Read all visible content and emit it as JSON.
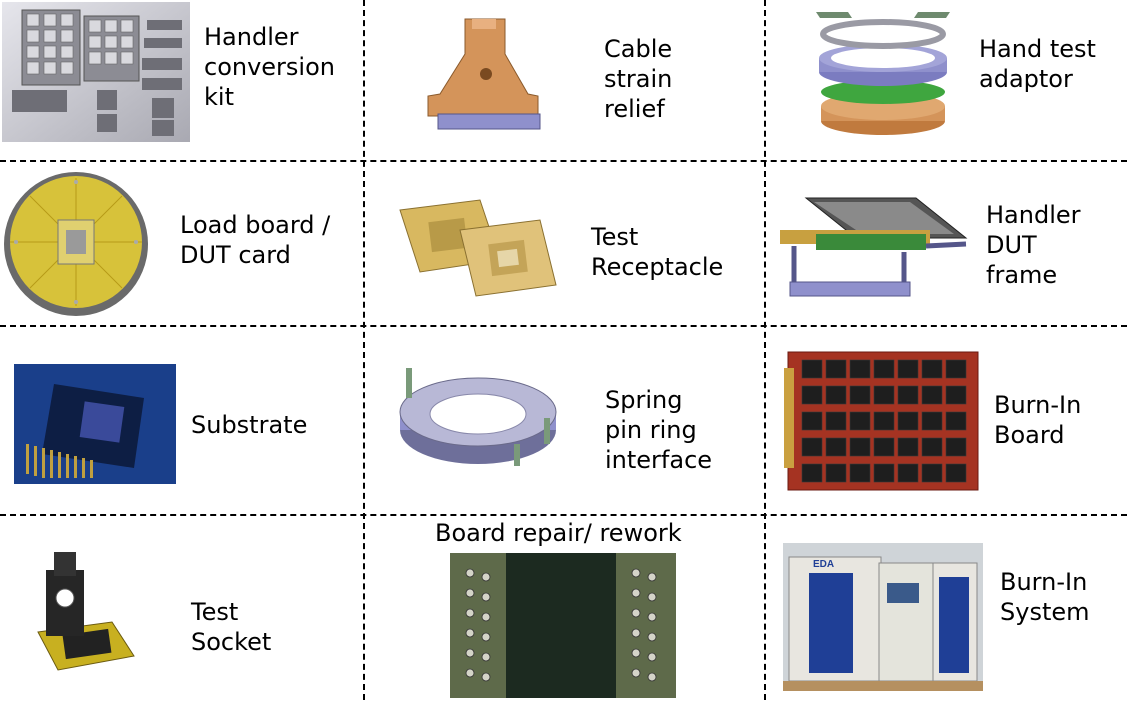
{
  "cells": [
    {
      "label": "Handler\nconversion\nkit"
    },
    {
      "label": "Cable\nstrain\nrelief"
    },
    {
      "label": "Hand test\nadaptor"
    },
    {
      "label": "Load board /\nDUT card"
    },
    {
      "label": "Test\nReceptacle"
    },
    {
      "label": "Handler\nDUT\nframe"
    },
    {
      "label": "Substrate"
    },
    {
      "label": "Spring\npin ring\ninterface"
    },
    {
      "label": "Burn-In\nBoard"
    },
    {
      "label": "Test\nSocket"
    },
    {
      "label": "Board repair/ rework"
    },
    {
      "label": "Burn-In\nSystem"
    }
  ],
  "photo_text": {
    "eda_logo": "EDA"
  },
  "colors": {
    "divider": "#000000",
    "copper": "#d4945a",
    "lavender": "#8f90cc",
    "pcb_yellow": "#d7c23a",
    "burnin_red": "#a53322",
    "system_blue": "#1f3f96"
  }
}
